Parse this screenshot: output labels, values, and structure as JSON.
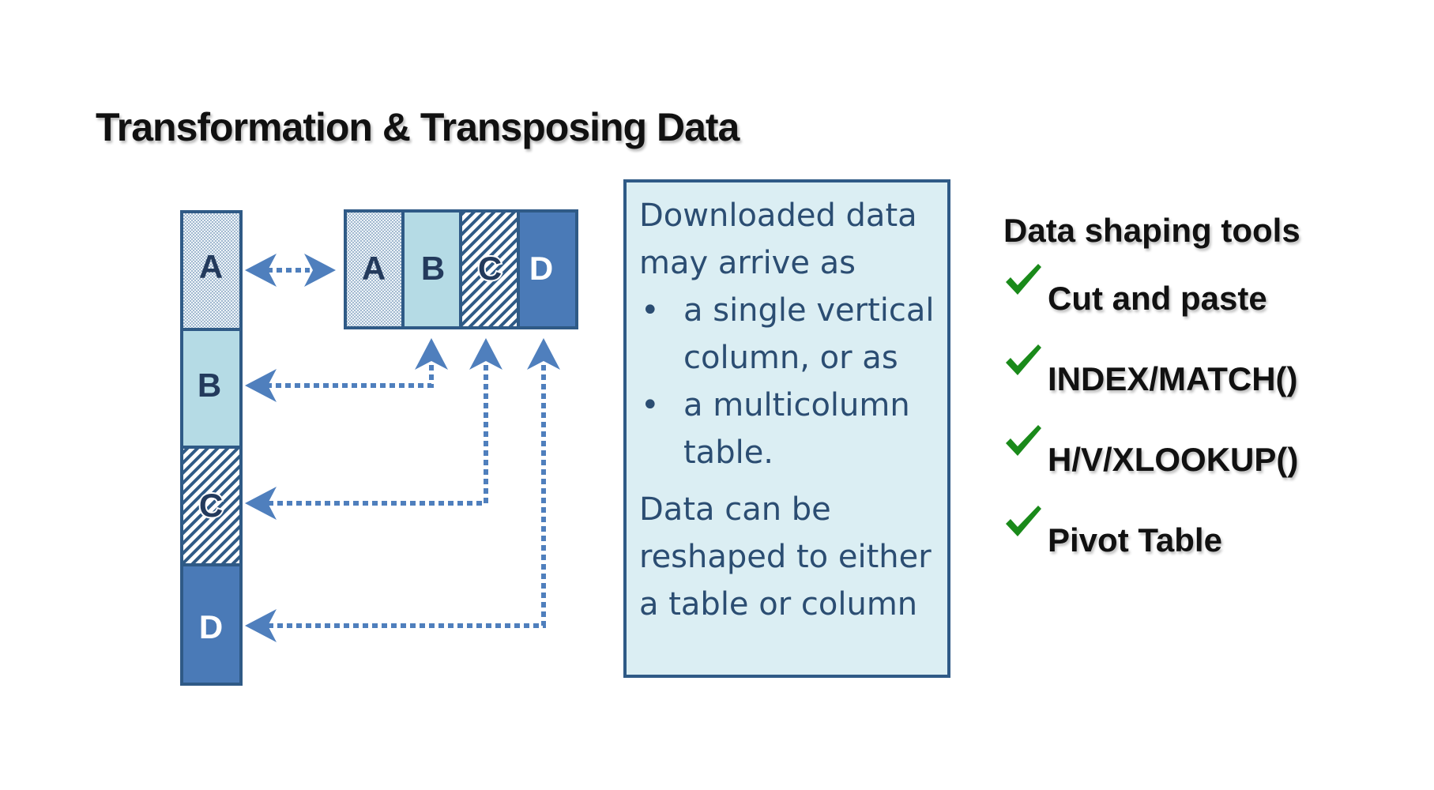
{
  "title": "Transformation & Transposing Data",
  "column_cells": [
    "A",
    "B",
    "C",
    "D"
  ],
  "row_cells": [
    "A",
    "B",
    "C",
    "D"
  ],
  "info_box": {
    "intro": "Downloaded data may arrive as",
    "bullets": [
      "a single vertical column, or as",
      "a multicolumn table."
    ],
    "conclusion": "Data can be reshaped to either a table or column"
  },
  "tools": {
    "title": "Data shaping tools",
    "items": [
      "Cut and paste",
      "INDEX/MATCH()",
      "H/V/XLOOKUP()",
      "Pivot Table"
    ]
  }
}
